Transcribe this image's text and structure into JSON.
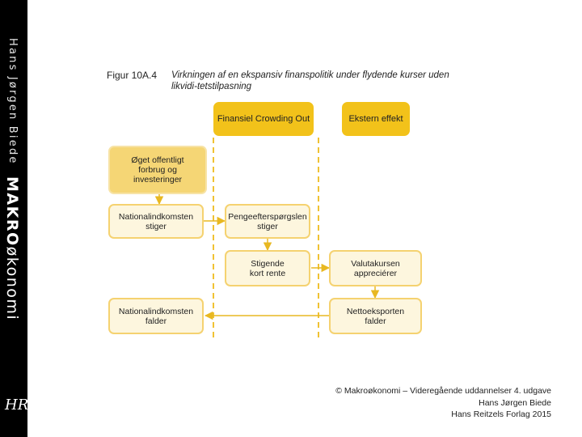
{
  "sidebar": {
    "author": "Hans Jørgen Biede",
    "brand_bold": "MAKRO",
    "brand_rest": "økonomi",
    "logo": "HR"
  },
  "figure": {
    "label": "Figur 10A.4",
    "caption": "Virkningen af en ekspansiv finanspolitik under flydende kurser uden likvidi-tetstilpasning"
  },
  "headers": {
    "crowding": "Finansiel Crowding Out",
    "external": "Ekstern effekt"
  },
  "boxes": {
    "spending": "Øget offentligt\nforbrug og\ninvesteringer",
    "income_rises": "Nationalindkomsten\nstiger",
    "money_demand": "Pengeefterspørgslen\nstiger",
    "interest_rate": "Stigende\nkort rente",
    "currency": "Valutakursen\nappreciérer",
    "income_falls": "Nationalindkomsten\nfalder",
    "net_exports": "Nettoeksporten\nfalder"
  },
  "footer": {
    "line1": "© Makroøkonomi – Videregående uddannelser 4. udgave",
    "line2": "Hans Jørgen Biede",
    "line3": "Hans Reitzels Forlag 2015"
  },
  "colors": {
    "header_fill": "#f2c21a",
    "box_fill": "#f5d675",
    "box_light": "#fdf6de",
    "box_border": "#f5d270",
    "arrow": "#e8b822"
  }
}
